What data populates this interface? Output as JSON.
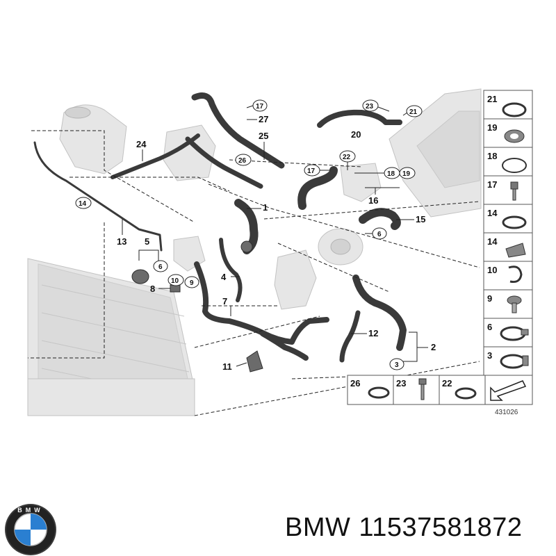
{
  "diagram": {
    "callouts": [
      "1",
      "2",
      "3",
      "4",
      "5",
      "6",
      "7",
      "8",
      "9",
      "10",
      "11",
      "12",
      "13",
      "14",
      "15",
      "16",
      "17",
      "18",
      "19",
      "20",
      "21",
      "22",
      "23",
      "24",
      "25",
      "26",
      "27"
    ],
    "panel_right": [
      "21",
      "19",
      "18",
      "17",
      "14",
      "14",
      "10",
      "9",
      "6",
      "3"
    ],
    "panel_bottom": [
      "26",
      "23",
      "22"
    ],
    "diagram_id": "431026"
  },
  "brand": {
    "name": "BMW",
    "part_number": "11537581872",
    "logo_letters": "BMW"
  }
}
